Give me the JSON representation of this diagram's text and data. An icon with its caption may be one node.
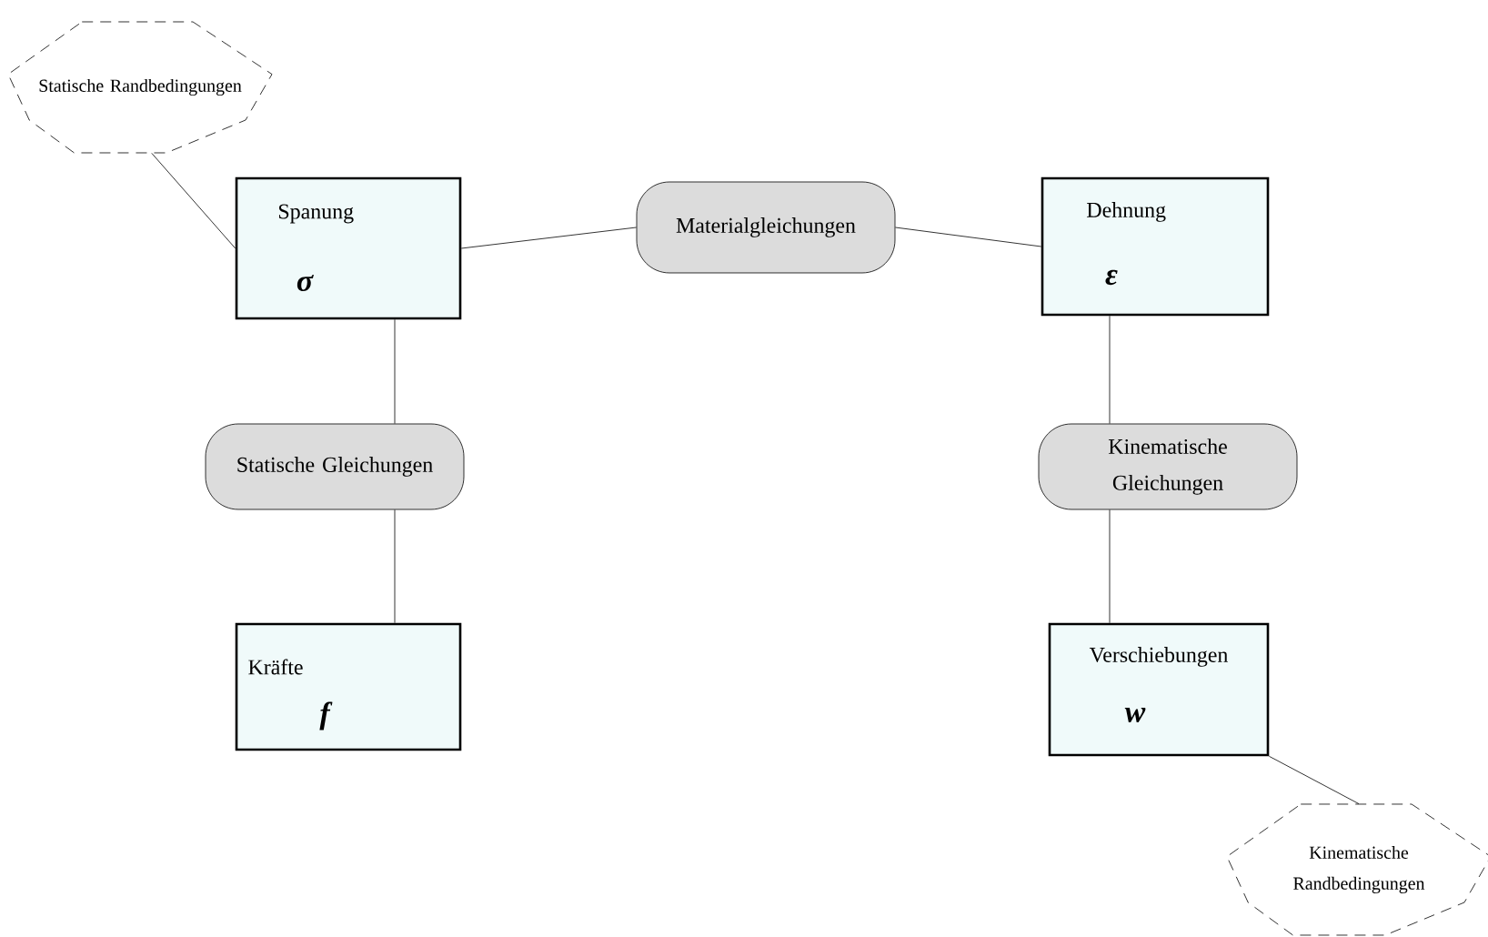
{
  "diagram": {
    "nodes": [
      {
        "text": [
          "Statische Randbedingungen"
        ]
      },
      {
        "text": [
          "Spanung",
          "σ"
        ]
      },
      {
        "text": [
          "Materialgleichungen"
        ]
      },
      {
        "text": [
          "Dehnung",
          "ε"
        ]
      },
      {
        "text": [
          "Statische Gleichungen"
        ]
      },
      {
        "text": [
          "Kinematische Gleichungen"
        ]
      },
      {
        "text": [
          "Kräfte",
          "f"
        ]
      },
      {
        "text": [
          "Verschiebungen",
          "w"
        ]
      },
      {
        "text": [
          "Kinematische Randbedingungen"
        ]
      }
    ],
    "edges": [
      {
        "from": 0,
        "to": 1,
        "arrow": "none"
      },
      {
        "from": 1,
        "to": 2,
        "arrow": "none"
      },
      {
        "from": 2,
        "to": 3,
        "arrow": "none"
      },
      {
        "from": 1,
        "to": 4,
        "arrow": "none"
      },
      {
        "from": 4,
        "to": 6,
        "arrow": "none"
      },
      {
        "from": 3,
        "to": 5,
        "arrow": "none"
      },
      {
        "from": 5,
        "to": 7,
        "arrow": "none"
      },
      {
        "from": 7,
        "to": 8,
        "arrow": "none"
      }
    ]
  }
}
